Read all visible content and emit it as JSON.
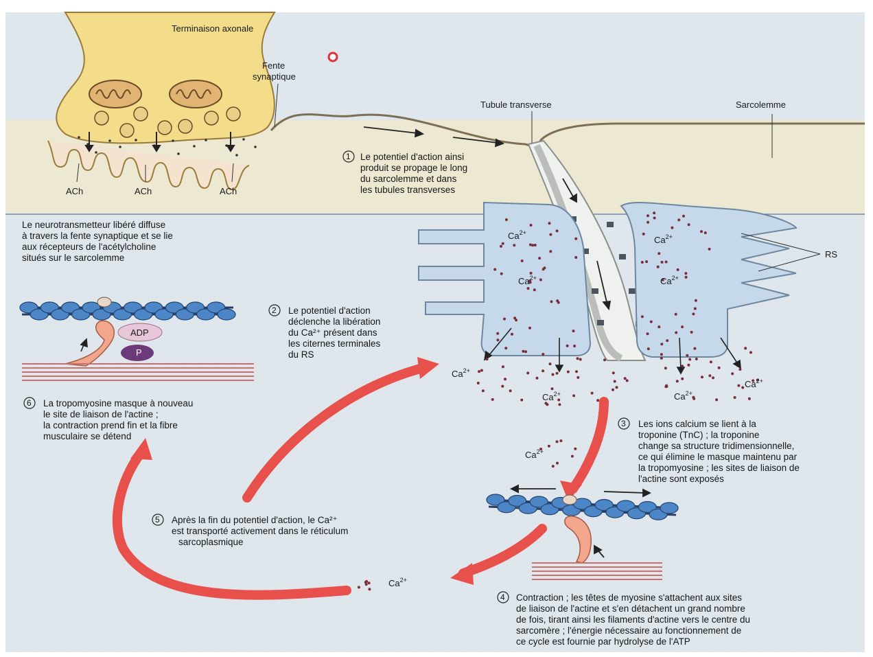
{
  "labels": {
    "axon_terminal": "Terminaison axonale",
    "synaptic_cleft": [
      "Fente",
      "synaptique"
    ],
    "t_tubule": "Tubule transverse",
    "sarcolemma": "Sarcolemme",
    "sr": "RS",
    "ach": "ACh",
    "adp": "ADP",
    "pi": "P",
    "ca": "Ca",
    "ca_charge": "2+"
  },
  "intro": [
    "Le neurotransmetteur libéré diffuse",
    "à travers la fente synaptique et se lie",
    "aux récepteurs de l'acétylcholine",
    "situés sur le sarcolemme"
  ],
  "steps": [
    {
      "n": "1",
      "lines": [
        "Le potentiel d'action ainsi",
        "produit se propage le long",
        "du sarcolemme et dans",
        "les tubules transverses"
      ]
    },
    {
      "n": "2",
      "lines": [
        "Le potentiel d'action",
        "déclenche la libération",
        "du Ca²⁺ présent dans",
        "les citernes terminales",
        "du RS"
      ]
    },
    {
      "n": "3",
      "lines": [
        "Les ions calcium se lient à la",
        "troponine (TnC) ; la troponine",
        "change sa structure tridimensionnelle,",
        "ce qui élimine le masque maintenu par",
        "la tropomyosine ; les sites de liaison de",
        "l'actine sont exposés"
      ]
    },
    {
      "n": "4",
      "lines": [
        "Contraction ; les têtes de myosine s'attachent aux sites",
        "de liaison de l'actine et s'en détachent un grand nombre",
        "de fois, tirant ainsi les filaments d'actine vers le centre du",
        "sarcomère ; l'énergie nécessaire au fonctionnement de",
        "ce cycle est fournie par hydrolyse de l'ATP"
      ]
    },
    {
      "n": "5",
      "lines": [
        "Après la fin du potentiel d'action, le Ca²⁺",
        "est transporté activement dans le réticulum",
        "sarcoplasmique"
      ]
    },
    {
      "n": "6",
      "lines": [
        "La tropomyosine masque à nouveau",
        "le site de liaison de l'actine ;",
        "la contraction prend fin et la fibre",
        "musculaire se détend"
      ]
    }
  ],
  "colors": {
    "background": "#dde6ec",
    "axon": "#f3dc8a",
    "sarcoplasm": "#f0ead2",
    "sr": "#c6d9ea",
    "arrow": "#e8504c",
    "actin": "#4d86c6",
    "myosin_head": "#f2a68b",
    "thick_filament": "#c9706c",
    "pi": "#6b3a7a",
    "adp": "#e8c7d8"
  }
}
